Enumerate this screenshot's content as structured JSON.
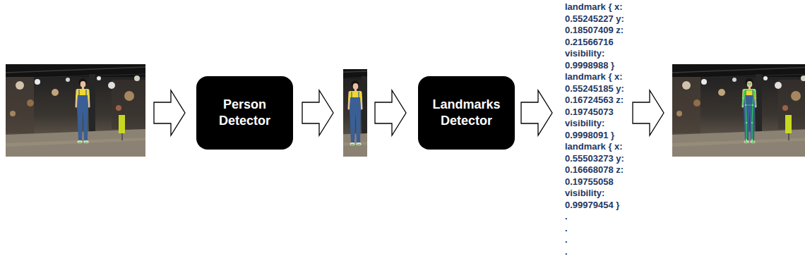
{
  "diagram": {
    "nodes": [
      {
        "text": [
          "Person Detector"
        ]
      },
      {
        "text": [
          "Landmarks Detector"
        ]
      }
    ],
    "labels": [
      "landmark { x: 0.55245227 y: 0.18507409 z: 0.21566716 visibility: 0.9998988 }",
      "landmark { x: 0.55245185 y: 0.16724563 z: 0.19745073 visibility: 0.9998091 }",
      "landmark { x: 0.55503273 y: 0.16668078 z: 0.19755058 visibility: 0.99979454 }",
      ".",
      ".",
      ".",
      "."
    ]
  }
}
